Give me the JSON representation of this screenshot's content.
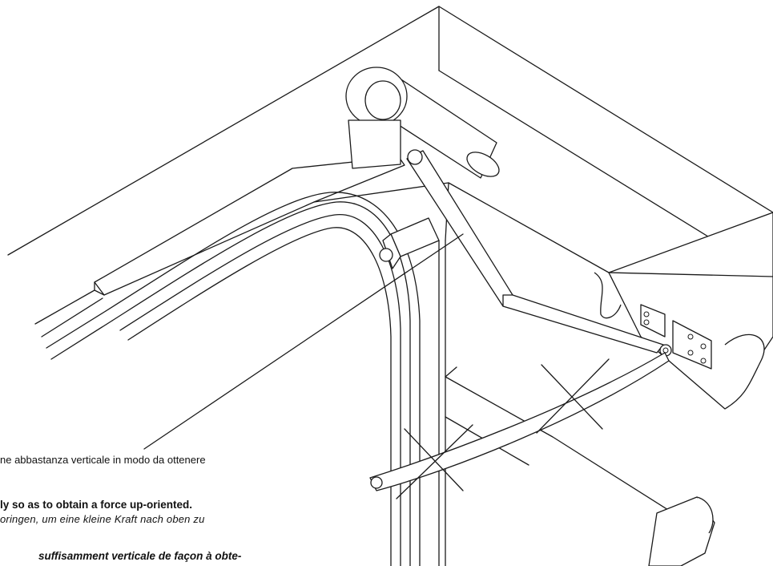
{
  "captions": {
    "italian": "ne abbastanza verticale in modo da ottenere",
    "english": "ly so as to obtain a force up-oriented.",
    "german": "oringen, um eine kleine Kraft nach oben zu",
    "french": "suffisamment verticale de façon à obte-"
  }
}
